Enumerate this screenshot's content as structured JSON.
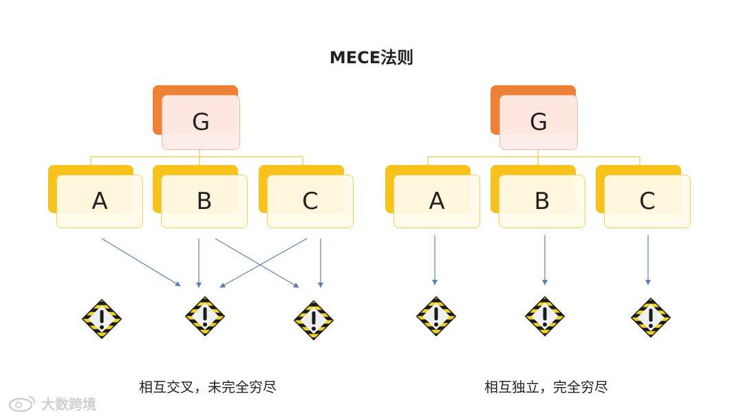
{
  "title": "MECE法则",
  "left_diagram": {
    "root": "G",
    "children": [
      "A",
      "B",
      "C"
    ],
    "caption": "相互交叉，未完全穷尽"
  },
  "right_diagram": {
    "root": "G",
    "children": [
      "A",
      "B",
      "C"
    ],
    "caption": "相互独立，完全穷尽"
  },
  "colors": {
    "root_accent": "#ee8136",
    "child_accent": "#f7c21a",
    "connector": "#f5d45a",
    "arrow": "#5b7fba"
  },
  "icons": {
    "warning": "warning-sign-icon",
    "logo": "weibo-logo-icon"
  },
  "watermark": "大数跨境"
}
